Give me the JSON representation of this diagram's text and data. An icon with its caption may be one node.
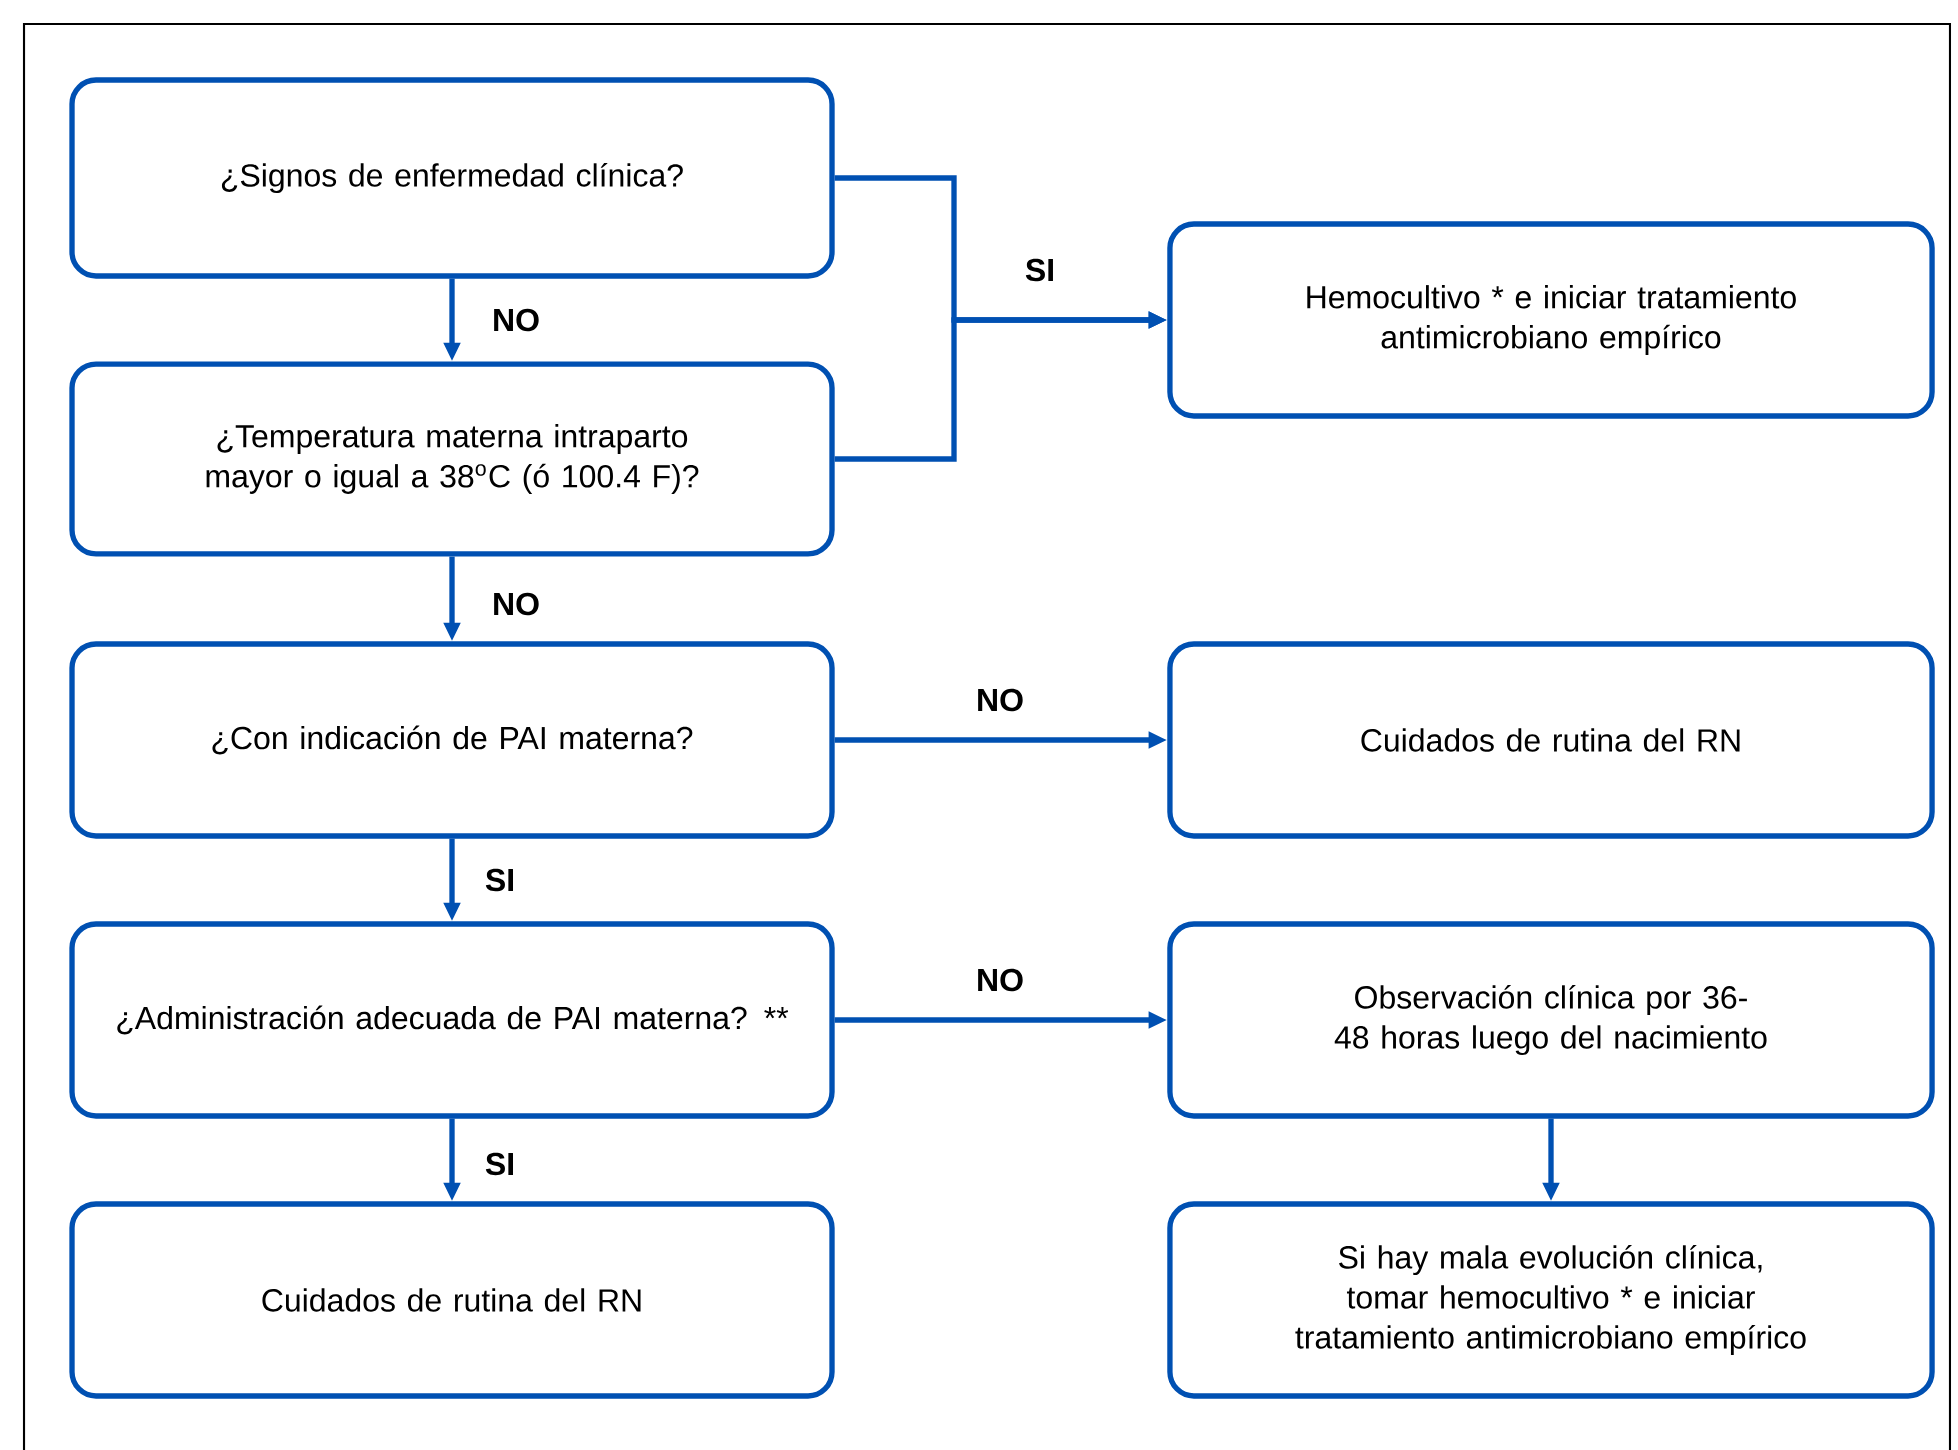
{
  "diagram": {
    "nodes": [
      {
        "text": [
          "¿Signos de enfermedad clínica?"
        ]
      },
      {
        "text": [
          "Hemocultivo * e iniciar tratamiento antimicrobiano empírico"
        ]
      },
      {
        "text": [
          "¿Temperatura materna intraparto mayor o igual a 38$^{o}$C (ó 100.4 F)?"
        ]
      },
      {
        "text": [
          "¿Con indicación de PAI materna?"
        ]
      },
      {
        "text": [
          "Cuidados de rutina del RN"
        ]
      },
      {
        "text": [
          "¿Administración adecuada de PAI materna? **"
        ]
      },
      {
        "text": [
          "Observación clínica por 36-48 horas luego del nacimiento"
        ]
      },
      {
        "text": [
          "Cuidados de rutina del RN"
        ]
      },
      {
        "text": [
          "Si hay mala evolución clínica, tomar hemocultivo * e iniciar tratamiento antimicrobiano empírico"
        ]
      }
    ],
    "edges": [
      {
        "from": 0,
        "to": 2,
        "arrow": "to",
        "label": "NO"
      },
      {
        "from": 0,
        "to": 1,
        "arrow": "to",
        "label": "SI"
      },
      {
        "from": 2,
        "to": 1,
        "arrow": "to"
      },
      {
        "from": 2,
        "to": 3,
        "arrow": "to",
        "label": "NO"
      },
      {
        "from": 3,
        "to": 4,
        "arrow": "to",
        "label": "NO"
      },
      {
        "from": 3,
        "to": 5,
        "arrow": "to",
        "label": "SI"
      },
      {
        "from": 5,
        "to": 6,
        "arrow": "to",
        "label": "NO"
      },
      {
        "from": 5,
        "to": 7,
        "arrow": "to",
        "label": "SI"
      },
      {
        "from": 6,
        "to": 8,
        "arrow": "to"
      }
    ]
  }
}
